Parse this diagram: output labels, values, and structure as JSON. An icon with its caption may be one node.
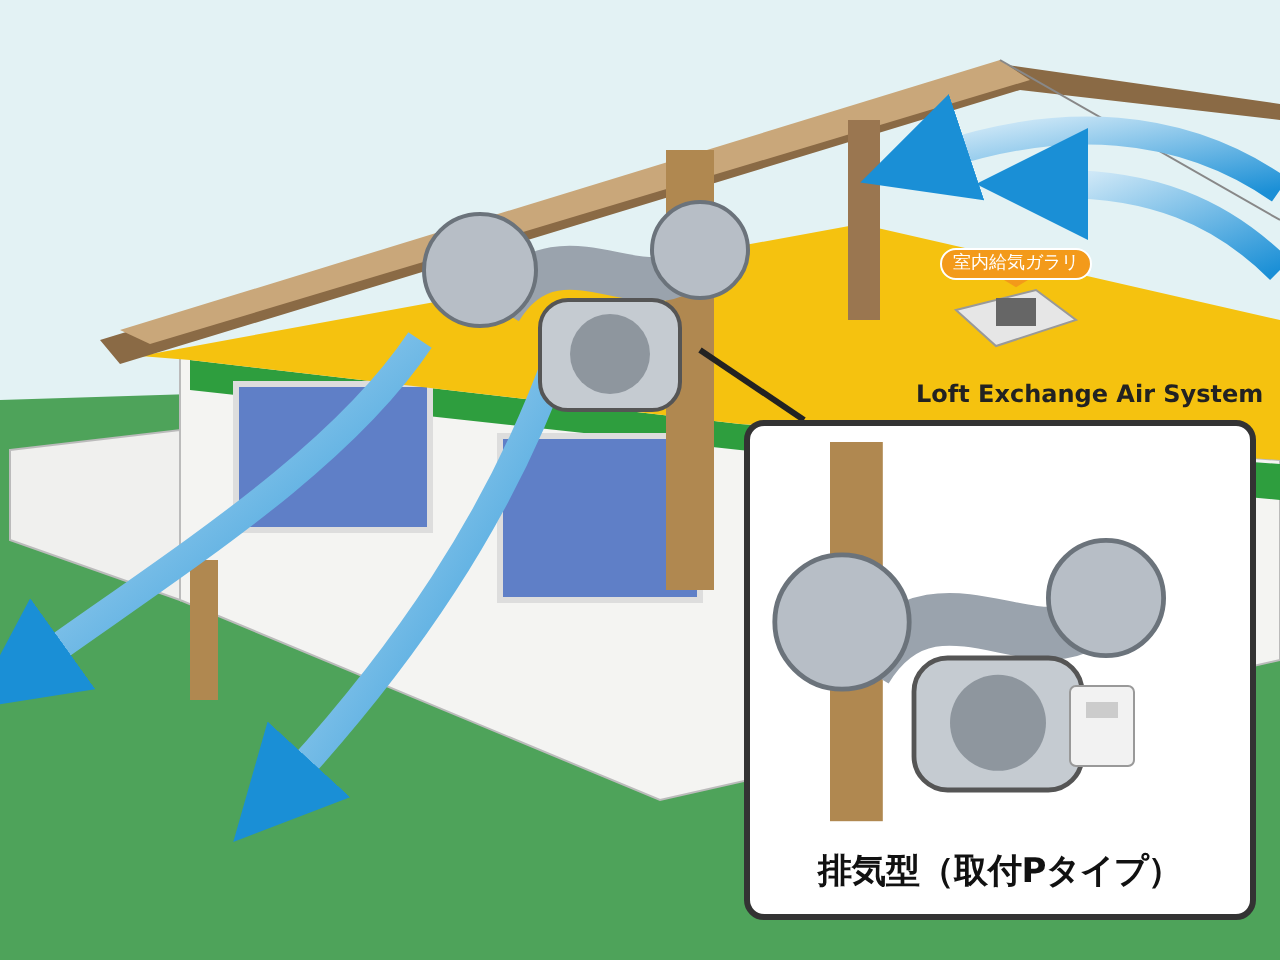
{
  "diagram": {
    "nodes": [
      {
        "text": [],
        "shape": "picture"
      },
      {
        "text": [],
        "shape": "picture"
      },
      {
        "text": [
          "室内給気ガラリ"
        ]
      },
      {
        "text": [
          "排気型（取付Pタイプ）"
        ]
      }
    ],
    "edges": [
      {
        "from": 2,
        "to": 1,
        "arrow": "none"
      },
      {
        "from": 0,
        "to": 3,
        "arrow": "none"
      }
    ],
    "labels": [
      "Loft Exchange Air System"
    ]
  }
}
